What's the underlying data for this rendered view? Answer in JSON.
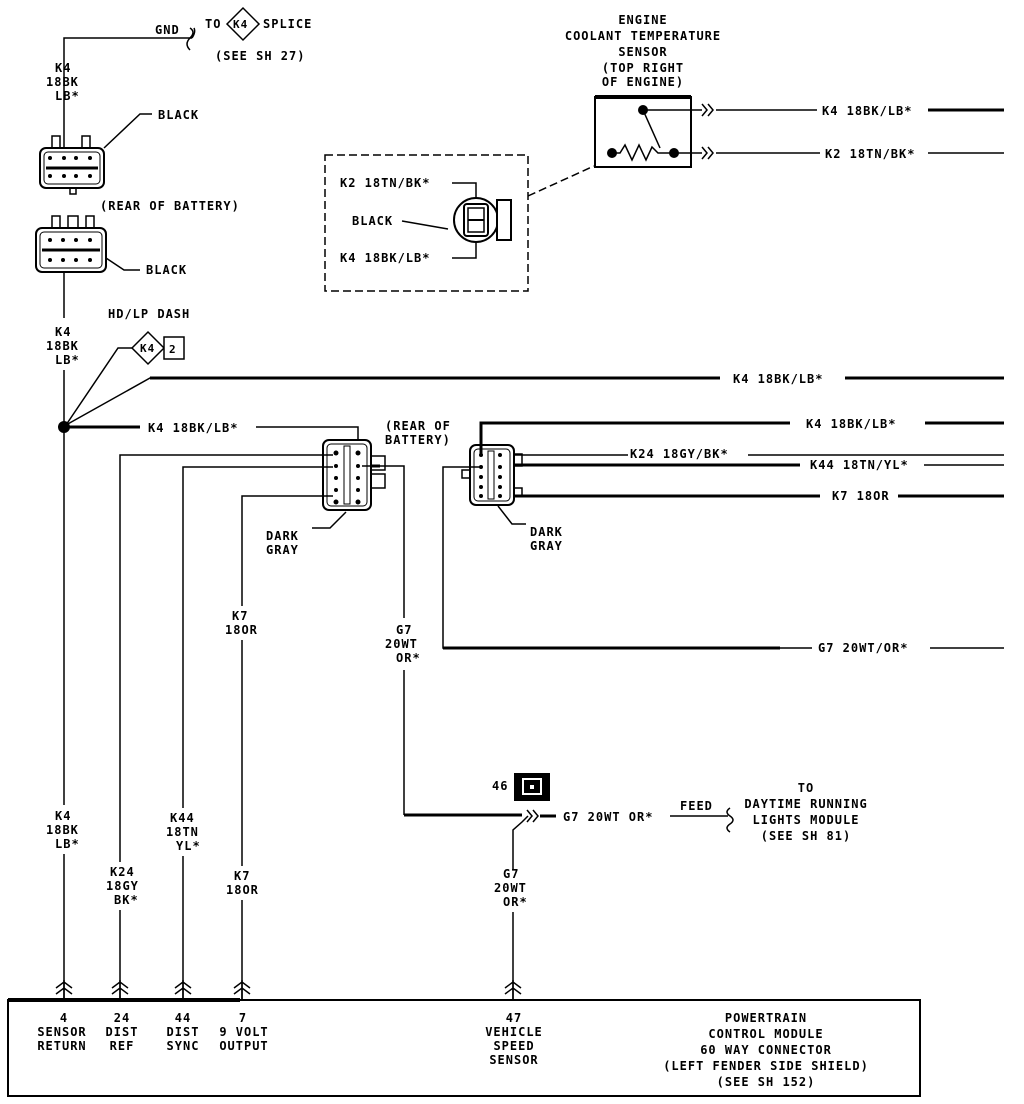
{
  "diagram": {
    "top_splice": {
      "gnd_label": "GND",
      "to_label": "TO",
      "splice_id": "K4",
      "splice_label": "SPLICE",
      "see_ref": "(SEE SH 27)"
    },
    "upper_left_wire": [
      "K4",
      "18BK",
      "LB*"
    ],
    "connectors": {
      "black_top": "BLACK",
      "rear_of_battery": "(REAR OF BATTERY)",
      "black_bottom": "BLACK",
      "dark_gray_left": [
        "DARK",
        "GRAY"
      ],
      "dark_gray_right": [
        "DARK",
        "GRAY"
      ],
      "rear_of_battery_mid": [
        "(REAR OF",
        "BATTERY)"
      ]
    },
    "ect_sensor": {
      "title": [
        "ENGINE",
        "COOLANT TEMPERATURE",
        "SENSOR",
        "(TOP RIGHT",
        "OF ENGINE)"
      ],
      "wire_top": "K4 18BK/LB*",
      "wire_bottom": "K2 18TN/BK*"
    },
    "inset": {
      "wire_top": "K2 18TN/BK*",
      "color": "BLACK",
      "wire_bottom": "K4 18BK/LB*"
    },
    "mid_left_wire": [
      "K4",
      "18BK",
      "LB*"
    ],
    "hd_lp_dash": "HD/LP DASH",
    "splice_k4": "K4",
    "splice_k4_num": "2",
    "right_wires": {
      "k4_long": "K4 18BK/LB*",
      "k4_splice": "K4 18BK/LB*",
      "k4_right": "K4 18BK/LB*",
      "k24": "K24 18GY/BK*",
      "k44": "K44 18TN/YL*",
      "k7": "K7 18OR",
      "g7": "G7 20WT/OR*"
    },
    "vertical_labels": {
      "k7_mid": [
        "K7",
        "18OR"
      ],
      "g7_mid": [
        "G7",
        "20WT",
        "OR*"
      ],
      "k4_low": [
        "K4",
        "18BK",
        "LB*"
      ],
      "k24_low": [
        "K24",
        "18GY",
        "BK*"
      ],
      "k44_low": [
        "K44",
        "18TN",
        "YL*"
      ],
      "k7_low": [
        "K7",
        "18OR"
      ],
      "g7_low": [
        "G7",
        "20WT",
        "OR*"
      ]
    },
    "splice_46": "46",
    "g7_feed_wire": "G7 20WT OR*",
    "feed_label": "FEED",
    "drl_dest": [
      "TO",
      "DAYTIME RUNNING",
      "LIGHTS MODULE",
      "(SEE SH 81)"
    ],
    "pcm": {
      "pins": [
        {
          "num": "4",
          "name": [
            "SENSOR",
            "RETURN"
          ]
        },
        {
          "num": "24",
          "name": [
            "DIST",
            "REF"
          ]
        },
        {
          "num": "44",
          "name": [
            "DIST",
            "SYNC"
          ]
        },
        {
          "num": "7",
          "name": [
            "9 VOLT",
            "OUTPUT"
          ]
        },
        {
          "num": "47",
          "name": [
            "VEHICLE",
            "SPEED",
            "SENSOR"
          ]
        }
      ],
      "title": [
        "POWERTRAIN",
        "CONTROL MODULE",
        "60 WAY CONNECTOR",
        "(LEFT FENDER SIDE SHIELD)",
        "(SEE SH 152)"
      ]
    }
  }
}
